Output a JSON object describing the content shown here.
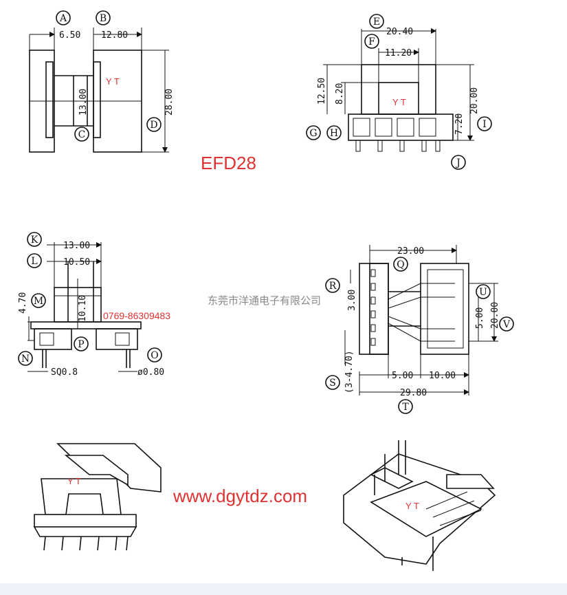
{
  "title": "EFD28",
  "watermark": "Y T",
  "company": "东莞市洋通电子有限公司",
  "phone": "0769-86309483",
  "website": "www.dgytdz.com",
  "labels": [
    "A",
    "B",
    "C",
    "D",
    "E",
    "F",
    "G",
    "H",
    "I",
    "J",
    "K",
    "L",
    "M",
    "N",
    "O",
    "P",
    "Q",
    "R",
    "S",
    "T",
    "U",
    "V"
  ],
  "dimensions": {
    "a": "6.50",
    "b": "12.80",
    "c": "13.00",
    "d": "28.00",
    "e": "20.40",
    "f": "11.20",
    "g": "12.50",
    "h": "8.20",
    "i": "20.00",
    "j": "7.20",
    "k": "13.00",
    "l": "10.50",
    "m": "4.70",
    "p": "10.10",
    "n": "SQ0.8",
    "o": "ø0.80",
    "q": "23.00",
    "r": "3.00",
    "u": "5.00",
    "v": "20.00",
    "s1": "5.00",
    "s2": "10.00",
    "s": "(3-4.70)",
    "t": "29.80"
  },
  "colors": {
    "accent": "#e03232",
    "line": "#111111",
    "band": "#eef2f9"
  }
}
